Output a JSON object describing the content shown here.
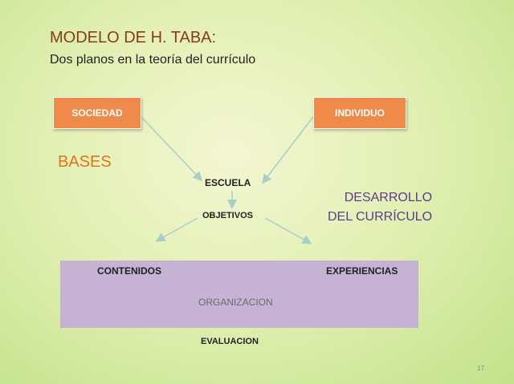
{
  "title": "MODELO DE H. TABA:",
  "subtitle": "Dos planos en la teoría del currículo",
  "nodes": {
    "sociedad": "SOCIEDAD",
    "individuo": "INDIVIDUO",
    "escuela": "ESCUELA",
    "objetivos": "OBJETIVOS",
    "contenidos": "CONTENIDOS",
    "experiencias": "EXPERIENCIAS",
    "organizacion": "ORGANIZACION",
    "evaluacion": "EVALUACION"
  },
  "labels": {
    "bases": "BASES",
    "desarrollo_line1": "DESARROLLO",
    "desarrollo_line2": "DEL CURRÍCULO"
  },
  "slide_number": "17",
  "colors": {
    "box": "#f08a4b",
    "panel": "#c6b2d4",
    "bases": "#e0751f",
    "desarrollo": "#5a3d8c",
    "title": "#8a3a1e",
    "arrow": "#4a6db0",
    "connector": "#9fc9c0"
  }
}
